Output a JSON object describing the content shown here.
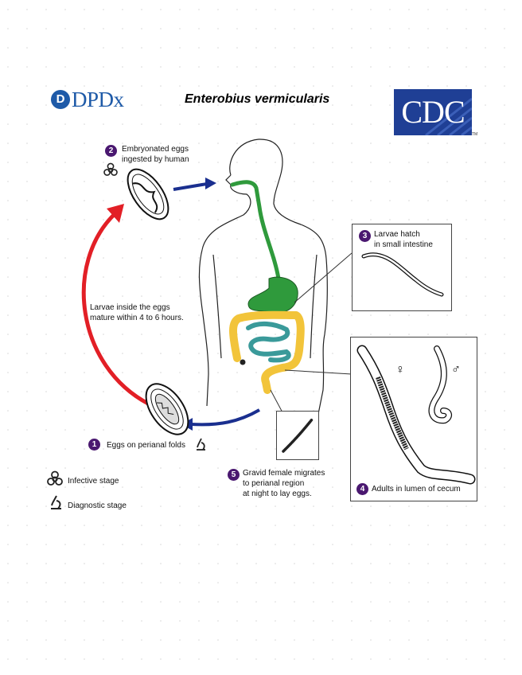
{
  "header": {
    "logo_dpdx": "DPDx",
    "title": "Enterobius vermicularis",
    "logo_cdc": "CDC"
  },
  "steps": [
    {
      "number": "1",
      "label": "Eggs on perianal folds"
    },
    {
      "number": "2",
      "label_line1": "Embryonated eggs",
      "label_line2": "ingested by human"
    },
    {
      "number": "3",
      "label_line1": "Larvae hatch",
      "label_line2": "in small intestine"
    },
    {
      "number": "4",
      "label": "Adults in lumen of cecum"
    },
    {
      "number": "5",
      "label_line1": "Gravid female migrates",
      "label_line2": "to perianal region",
      "label_line3": "at night to lay eggs."
    }
  ],
  "maturation_note": {
    "line1": "Larvae inside the eggs",
    "line2": "mature within 4 to 6 hours."
  },
  "legend": {
    "infective": "Infective stage",
    "diagnostic": "Diagnostic stage"
  },
  "symbols": {
    "female": "♀",
    "male": "♂"
  },
  "colors": {
    "stage_badge": "#4a1870",
    "return_arrow": "#e21f26",
    "transfer_arrow": "#1a2f8f",
    "stomach_esophagus": "#2f9a3c",
    "small_intestine": "#3a9a9a",
    "large_intestine": "#f2c43a",
    "dpdx_blue": "#1e5aa8",
    "cdc_blue": "#1f3f95"
  },
  "icons": [
    "biohazard-icon",
    "microscope-icon",
    "body-outline",
    "egg-icon",
    "worm-icon"
  ]
}
